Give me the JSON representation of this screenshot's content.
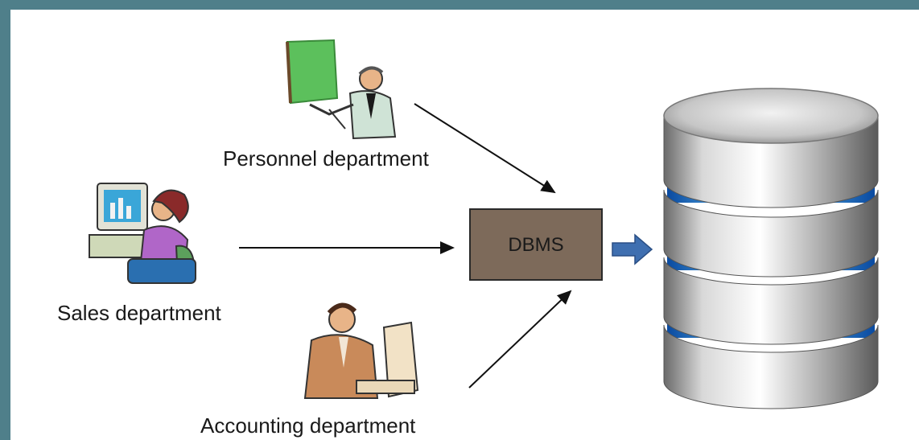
{
  "labels": {
    "personnel": "Personnel department",
    "sales": "Sales department",
    "accounting": "Accounting department",
    "dbms": "DBMS"
  },
  "colors": {
    "frame": "#4f7f8a",
    "dbms_fill": "#7d6a5a",
    "arrow_blue": "#3f6fb0",
    "db_glow": "#2f86e0"
  },
  "icons": [
    "presenter-clipart-icon",
    "computer-user-clipart-icon",
    "office-worker-clipart-icon",
    "database-cylinder-icon"
  ]
}
